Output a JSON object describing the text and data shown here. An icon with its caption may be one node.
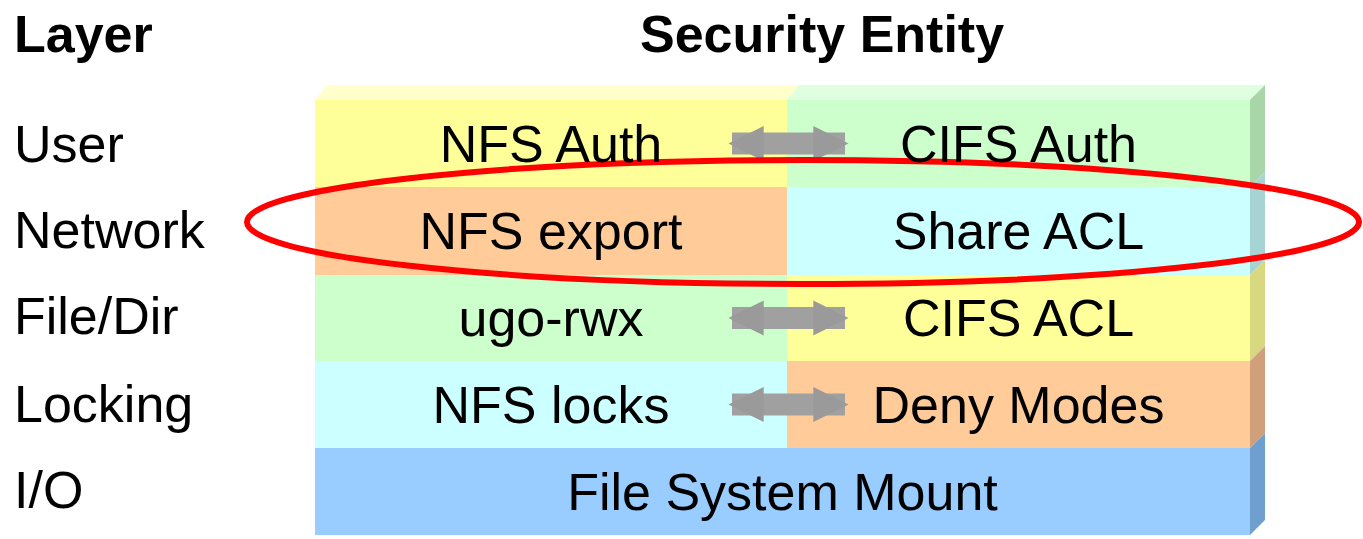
{
  "diagram": {
    "nodes": [
      {
        "text": [
          "NFS Auth"
        ]
      },
      {
        "text": [
          "CIFS Auth"
        ]
      },
      {
        "text": [
          "NFS export"
        ]
      },
      {
        "text": [
          "Share ACL"
        ]
      },
      {
        "text": [
          "ugo-rwx"
        ]
      },
      {
        "text": [
          "CIFS ACL"
        ]
      },
      {
        "text": [
          "NFS locks"
        ]
      },
      {
        "text": [
          "Deny Modes"
        ]
      },
      {
        "text": [
          "File System Mount"
        ]
      }
    ],
    "edges": [
      {
        "from": 0,
        "to": 1,
        "arrow": "both"
      },
      {
        "from": 4,
        "to": 5,
        "arrow": "both"
      },
      {
        "from": 6,
        "to": 7,
        "arrow": "both"
      }
    ],
    "labels": [
      "Layer",
      "Security Entity",
      "User",
      "Network",
      "File/Dir",
      "Locking",
      "I/O"
    ]
  }
}
